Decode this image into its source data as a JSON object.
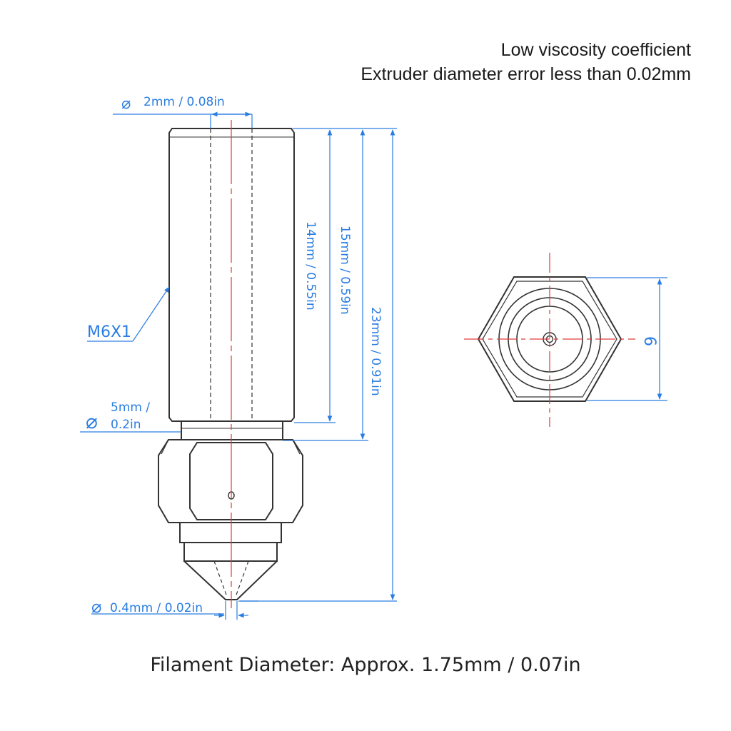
{
  "header": {
    "line1": "Low viscosity coefficient",
    "line2": "Extruder diameter error less than 0.02mm"
  },
  "dimensions": {
    "bore": "2mm / 0.08in",
    "thread": "M6X1",
    "neck_mm": "5mm /",
    "neck_in": "0.2in",
    "tip": "0.4mm / 0.02in",
    "length_14": "14mm / 0.55in",
    "length_15": "15mm / 0.59in",
    "length_23": "23mm / 0.91in",
    "hex_size": "6"
  },
  "footer": {
    "filament": "Filament Diameter: Approx. 1.75mm / 0.07in"
  },
  "colors": {
    "dimension_blue": "#2a7de1",
    "centerline_red": "#e23a3a",
    "outline": "#333333"
  }
}
